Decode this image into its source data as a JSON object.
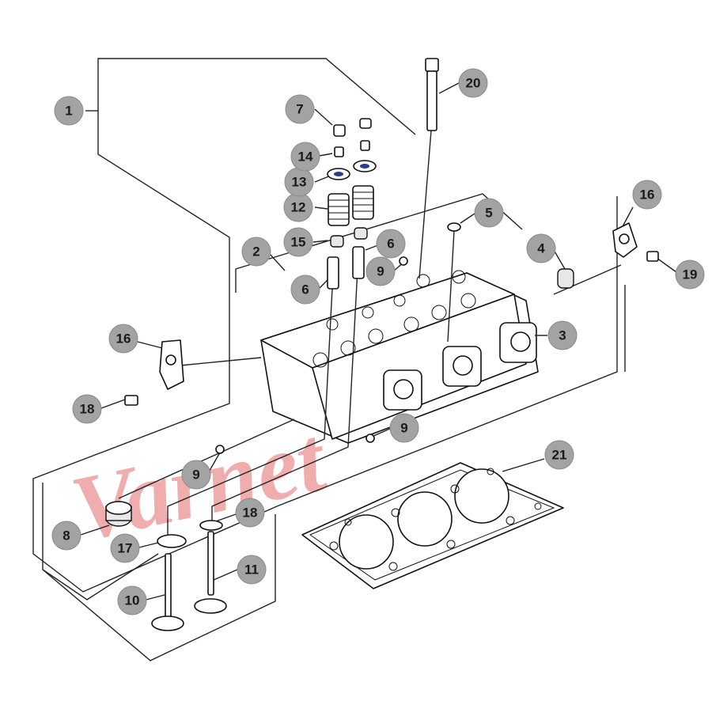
{
  "diagram": {
    "watermark": "Varnet",
    "callouts": [
      {
        "id": "c1",
        "label": "1"
      },
      {
        "id": "c2",
        "label": "2"
      },
      {
        "id": "c3",
        "label": "3"
      },
      {
        "id": "c4",
        "label": "4"
      },
      {
        "id": "c5",
        "label": "5"
      },
      {
        "id": "c6a",
        "label": "6"
      },
      {
        "id": "c6b",
        "label": "6"
      },
      {
        "id": "c7",
        "label": "7"
      },
      {
        "id": "c8",
        "label": "8"
      },
      {
        "id": "c9a",
        "label": "9"
      },
      {
        "id": "c9b",
        "label": "9"
      },
      {
        "id": "c9c",
        "label": "9"
      },
      {
        "id": "c10",
        "label": "10"
      },
      {
        "id": "c11",
        "label": "11"
      },
      {
        "id": "c12",
        "label": "12"
      },
      {
        "id": "c13",
        "label": "13"
      },
      {
        "id": "c14",
        "label": "14"
      },
      {
        "id": "c15",
        "label": "15"
      },
      {
        "id": "c16a",
        "label": "16"
      },
      {
        "id": "c16b",
        "label": "16"
      },
      {
        "id": "c17",
        "label": "17"
      },
      {
        "id": "c18a",
        "label": "18"
      },
      {
        "id": "c18b",
        "label": "18"
      },
      {
        "id": "c19",
        "label": "19"
      },
      {
        "id": "c20",
        "label": "20"
      },
      {
        "id": "c21",
        "label": "21"
      }
    ]
  }
}
